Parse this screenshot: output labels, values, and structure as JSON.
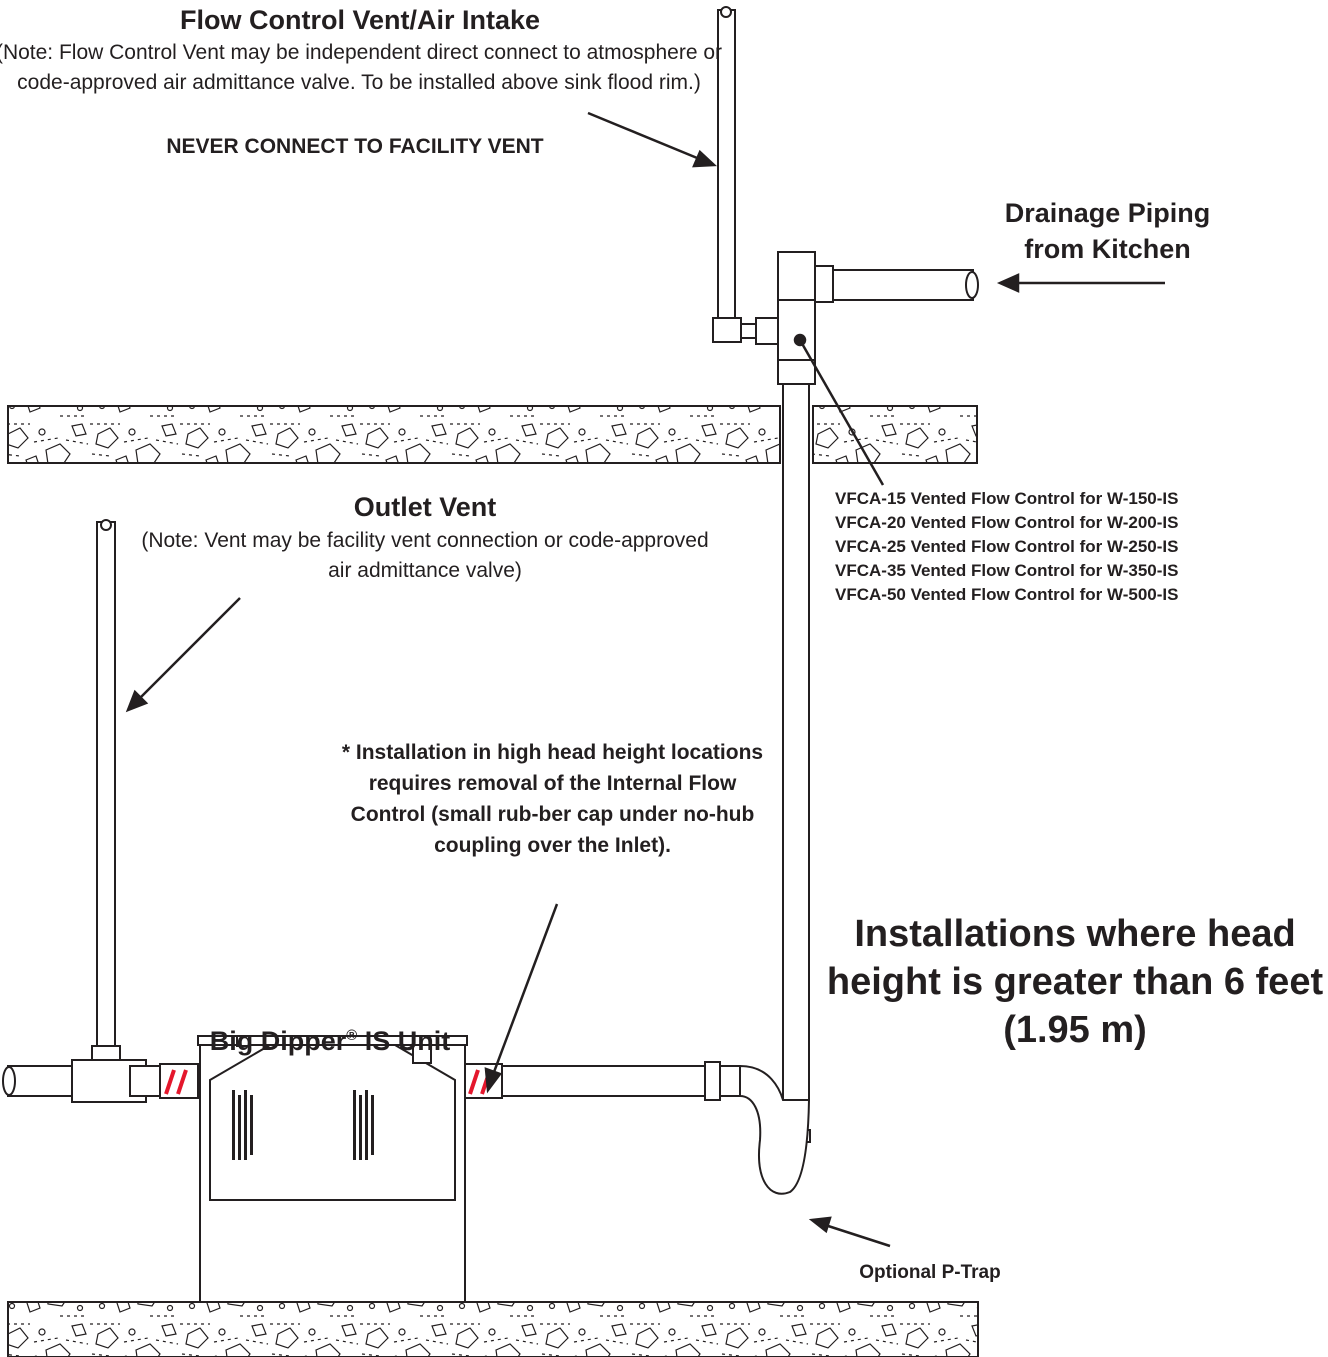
{
  "labels": {
    "flow_vent_title": "Flow Control Vent/Air Intake",
    "flow_vent_note": "(Note: Flow Control Vent may be independent direct connect to atmosphere or code-approved air admittance valve.  To be installed above sink flood rim.)",
    "flow_vent_warning": "NEVER CONNECT TO FACILITY VENT",
    "drainage_piping": "Drainage Piping from Kitchen",
    "outlet_vent_title": "Outlet Vent",
    "outlet_vent_note": "(Note: Vent may be facility vent connection or code-approved air admittance valve)",
    "vfca_models": [
      "VFCA-15 Vented Flow Control for W-150-IS",
      "VFCA-20 Vented Flow Control for W-200-IS",
      "VFCA-25 Vented Flow Control for W-250-IS",
      "VFCA-35 Vented Flow Control for W-350-IS",
      "VFCA-50 Vented Flow Control for W-500-IS"
    ],
    "high_head_note": "* Installation in high head height locations requires removal of the Internal Flow Control (small rub-ber cap under no-hub coupling over the Inlet).",
    "installations_heading": "Installations where head height is greater than 6 feet (1.95 m)",
    "unit_name": "Big Dipper",
    "unit_registered": "®",
    "unit_suffix": " IS Unit",
    "p_trap": "Optional P-Trap"
  },
  "colors": {
    "line": "#231f20",
    "coupling_stripe": "#e4172c",
    "background": "#ffffff"
  }
}
